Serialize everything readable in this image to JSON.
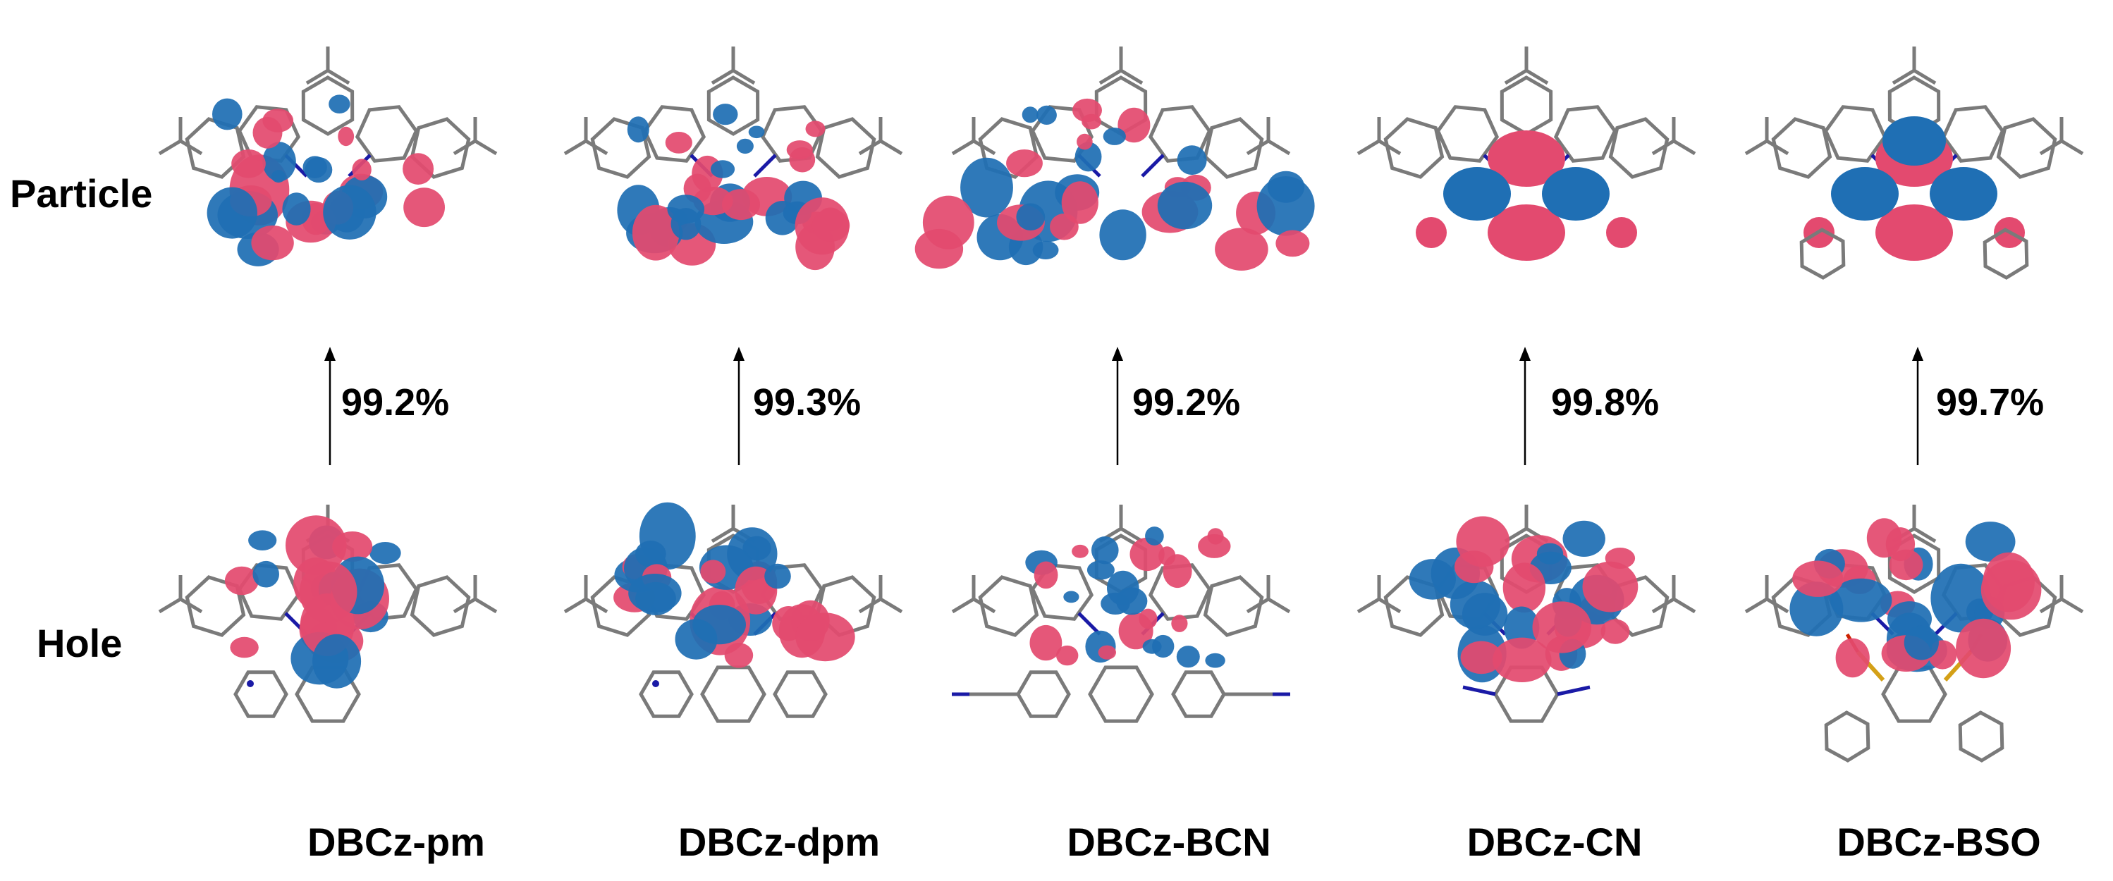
{
  "row_labels": {
    "top": "Particle",
    "bottom": "Hole"
  },
  "colors": {
    "lobe_positive": "#e34a6f",
    "lobe_negative": "#1f6fb4",
    "bond": "#7a7a7a",
    "nitrogen": "#1a1aa6",
    "sulfur": "#d4a017",
    "oxygen": "#cc2200",
    "arrow": "#000000"
  },
  "molecules": [
    {
      "name": "DBCz-pm",
      "contribution": "99.2%"
    },
    {
      "name": "DBCz-dpm",
      "contribution": "99.3%"
    },
    {
      "name": "DBCz-BCN",
      "contribution": "99.2%"
    },
    {
      "name": "DBCz-CN",
      "contribution": "99.8%"
    },
    {
      "name": "DBCz-BSO",
      "contribution": "99.7%"
    }
  ],
  "icons": {
    "transition_arrow": "up-arrow-icon"
  }
}
